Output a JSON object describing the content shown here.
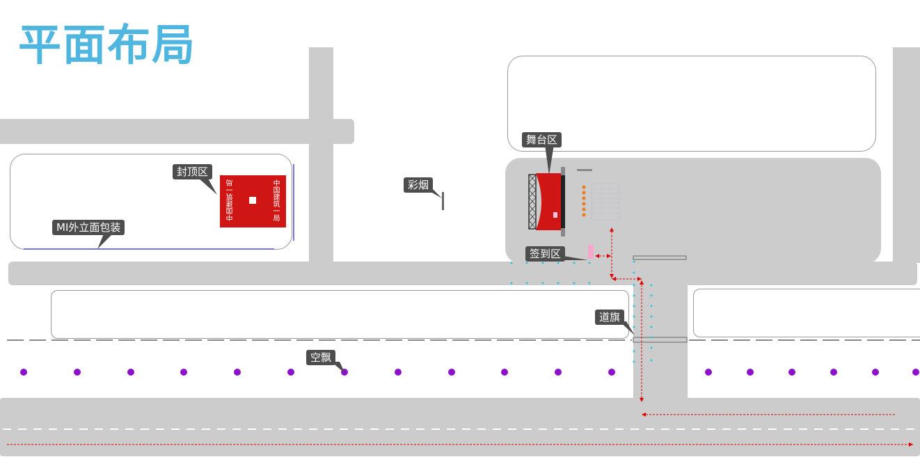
{
  "title": "平面布局",
  "labels": {
    "roof_area": "封顶区",
    "facade": "MI外立面包装",
    "smoke": "彩烟",
    "stage": "舞台区",
    "signin": "签到区",
    "flag": "道旗",
    "balloon": "空飘"
  },
  "banner": {
    "left": "中国建筑一局",
    "right": "中国建筑一局"
  },
  "colors": {
    "title": "#4fb6e0",
    "road": "#cccccc",
    "stage_red": "#d01515",
    "arrow_red": "#e00000",
    "balloon_purple": "#8e10c8",
    "flag_cyan": "#33c3dd",
    "facade_blue": "#7777dd",
    "callout_bg": "#4d4d4d"
  }
}
